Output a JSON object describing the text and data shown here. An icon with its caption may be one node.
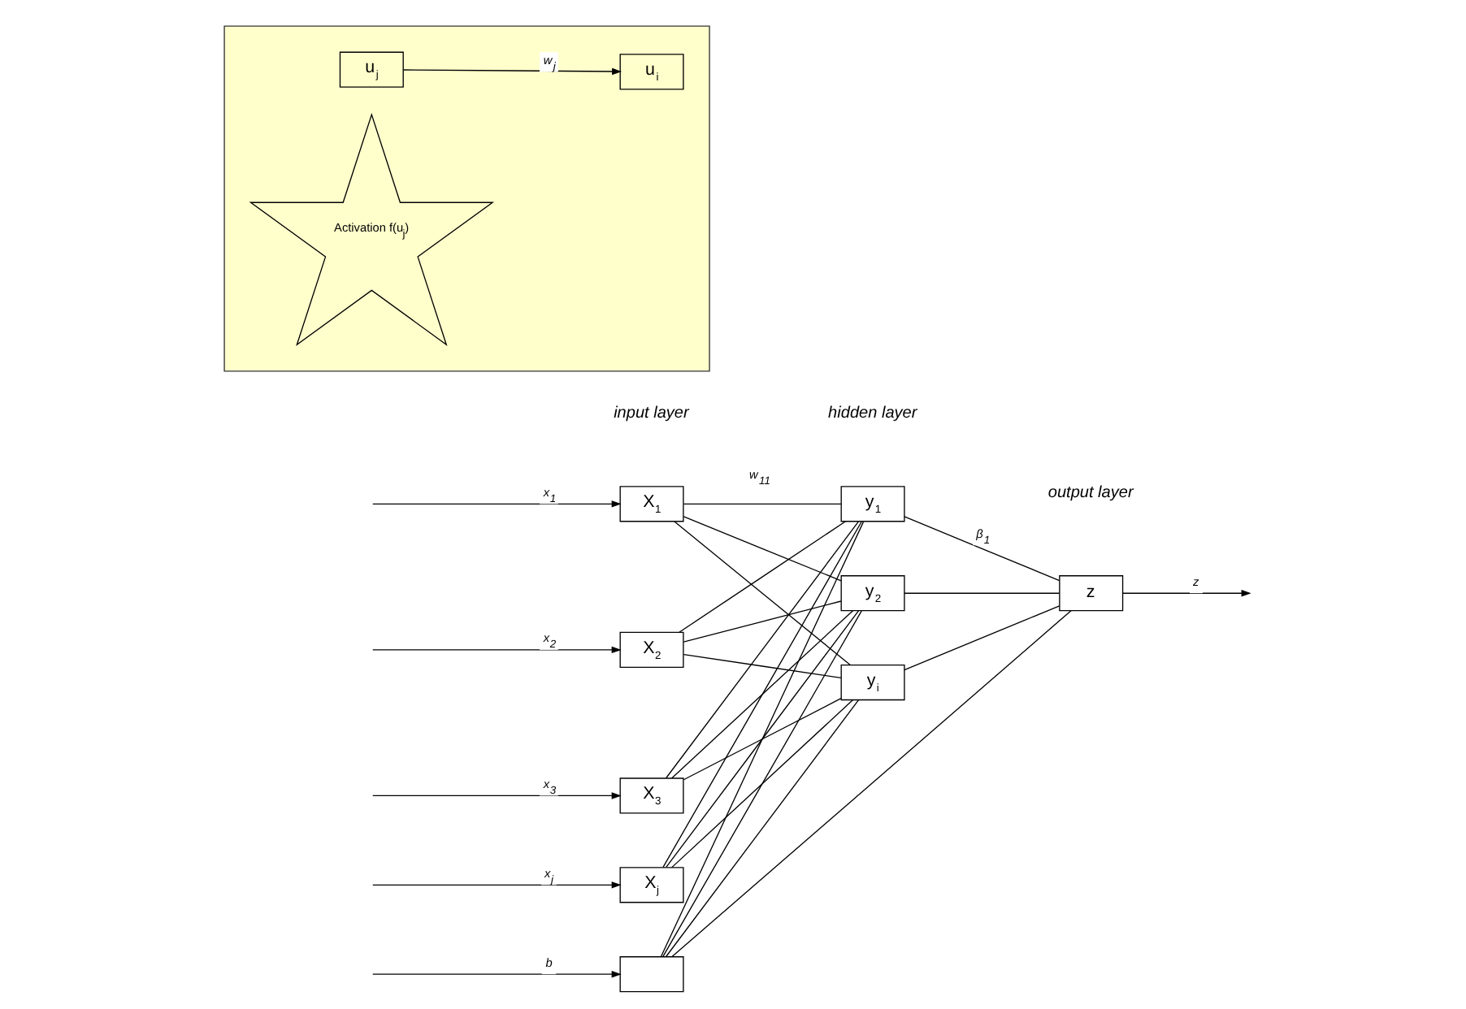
{
  "diagram": {
    "nodes": [
      {
        "text": [
          "X$_{1}$"
        ]
      },
      {
        "text": [
          "X$_{2}$"
        ]
      },
      {
        "text": [
          "X$_{3}$"
        ]
      },
      {
        "text": [
          "X$_{j}$"
        ]
      },
      {
        "text": [],
        "shape": "box"
      },
      {
        "text": [
          "y$_{1}$"
        ]
      },
      {
        "text": [
          "y$_{2}$"
        ]
      },
      {
        "text": [
          "y$_{i}$"
        ]
      },
      {
        "text": [
          "z"
        ]
      },
      {
        "text": [],
        "shape": "box"
      },
      {
        "text": [
          "Activation f(u$_{j}$)"
        ],
        "in": 9
      },
      {
        "text": [
          "u$_{j}$"
        ],
        "in": 9
      },
      {
        "text": [
          "u$_{i}$"
        ],
        "in": 9
      }
    ],
    "edges": [
      {
        "from": null,
        "to": 0,
        "arrow": "to",
        "label": "x$_{1}$"
      },
      {
        "from": null,
        "to": 1,
        "arrow": "to",
        "label": "x$_{2}$"
      },
      {
        "from": null,
        "to": 2,
        "arrow": "to",
        "label": "x$_{3}$"
      },
      {
        "from": null,
        "to": 3,
        "arrow": "to",
        "label": "x$_{j}$"
      },
      {
        "from": null,
        "to": 4,
        "arrow": "to",
        "label": "b"
      },
      {
        "from": 0,
        "to": 5,
        "arrow": "none",
        "label": "w$_{11}$"
      },
      {
        "from": 0,
        "to": 6,
        "arrow": "none"
      },
      {
        "from": 0,
        "to": 7,
        "arrow": "none"
      },
      {
        "from": 1,
        "to": 5,
        "arrow": "none"
      },
      {
        "from": 1,
        "to": 6,
        "arrow": "none"
      },
      {
        "from": 1,
        "to": 7,
        "arrow": "none"
      },
      {
        "from": 2,
        "to": 5,
        "arrow": "none"
      },
      {
        "from": 2,
        "to": 6,
        "arrow": "none"
      },
      {
        "from": 2,
        "to": 7,
        "arrow": "none"
      },
      {
        "from": 3,
        "to": 5,
        "arrow": "none"
      },
      {
        "from": 3,
        "to": 6,
        "arrow": "none"
      },
      {
        "from": 3,
        "to": 7,
        "arrow": "none"
      },
      {
        "from": 4,
        "to": 5,
        "arrow": "none"
      },
      {
        "from": 4,
        "to": 6,
        "arrow": "none"
      },
      {
        "from": 4,
        "to": 7,
        "arrow": "none"
      },
      {
        "from": 4,
        "to": 8,
        "arrow": "none"
      },
      {
        "from": 5,
        "to": 8,
        "arrow": "none",
        "label": "β$_{1}$"
      },
      {
        "from": 6,
        "to": 8,
        "arrow": "none"
      },
      {
        "from": 7,
        "to": 8,
        "arrow": "none"
      },
      {
        "from": 8,
        "to": null,
        "arrow": "to",
        "label": "z"
      },
      {
        "from": 11,
        "to": 12,
        "arrow": "to",
        "label": "w$_{j}$"
      }
    ],
    "labels": [
      "input layer",
      "hidden layer",
      "output layer"
    ]
  }
}
